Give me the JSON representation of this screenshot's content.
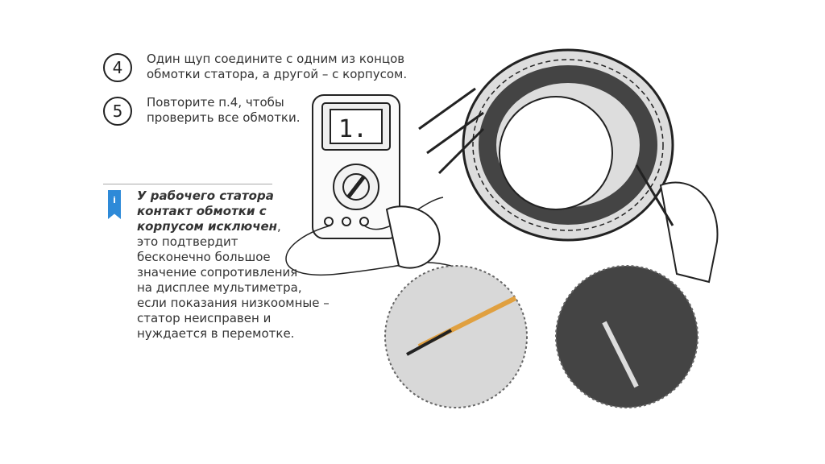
{
  "steps": [
    {
      "number": "4",
      "text": "Один щуп соедините с одним из концов\nобмотки статора, а другой – с корпусом."
    },
    {
      "number": "5",
      "text": "Повторите п.4, чтобы\nпроверить все обмотки."
    }
  ],
  "info": {
    "icon": "info-ribbon-icon",
    "icon_label": "i",
    "bold": "У рабочего статора\nконтакт обмотки с\nкорпусом исключен",
    "comma": ",",
    "text": "это подтвердит\nбесконечно большое\nзначение сопротивления\nна дисплее мультиметра,\nесли показания низкоомные –\nстатор неисправен и\nнуждается в перемотке."
  },
  "multimeter": {
    "display": "1."
  },
  "colors": {
    "accent": "#2e8ad8",
    "probe_highlight": "#e0a040"
  }
}
